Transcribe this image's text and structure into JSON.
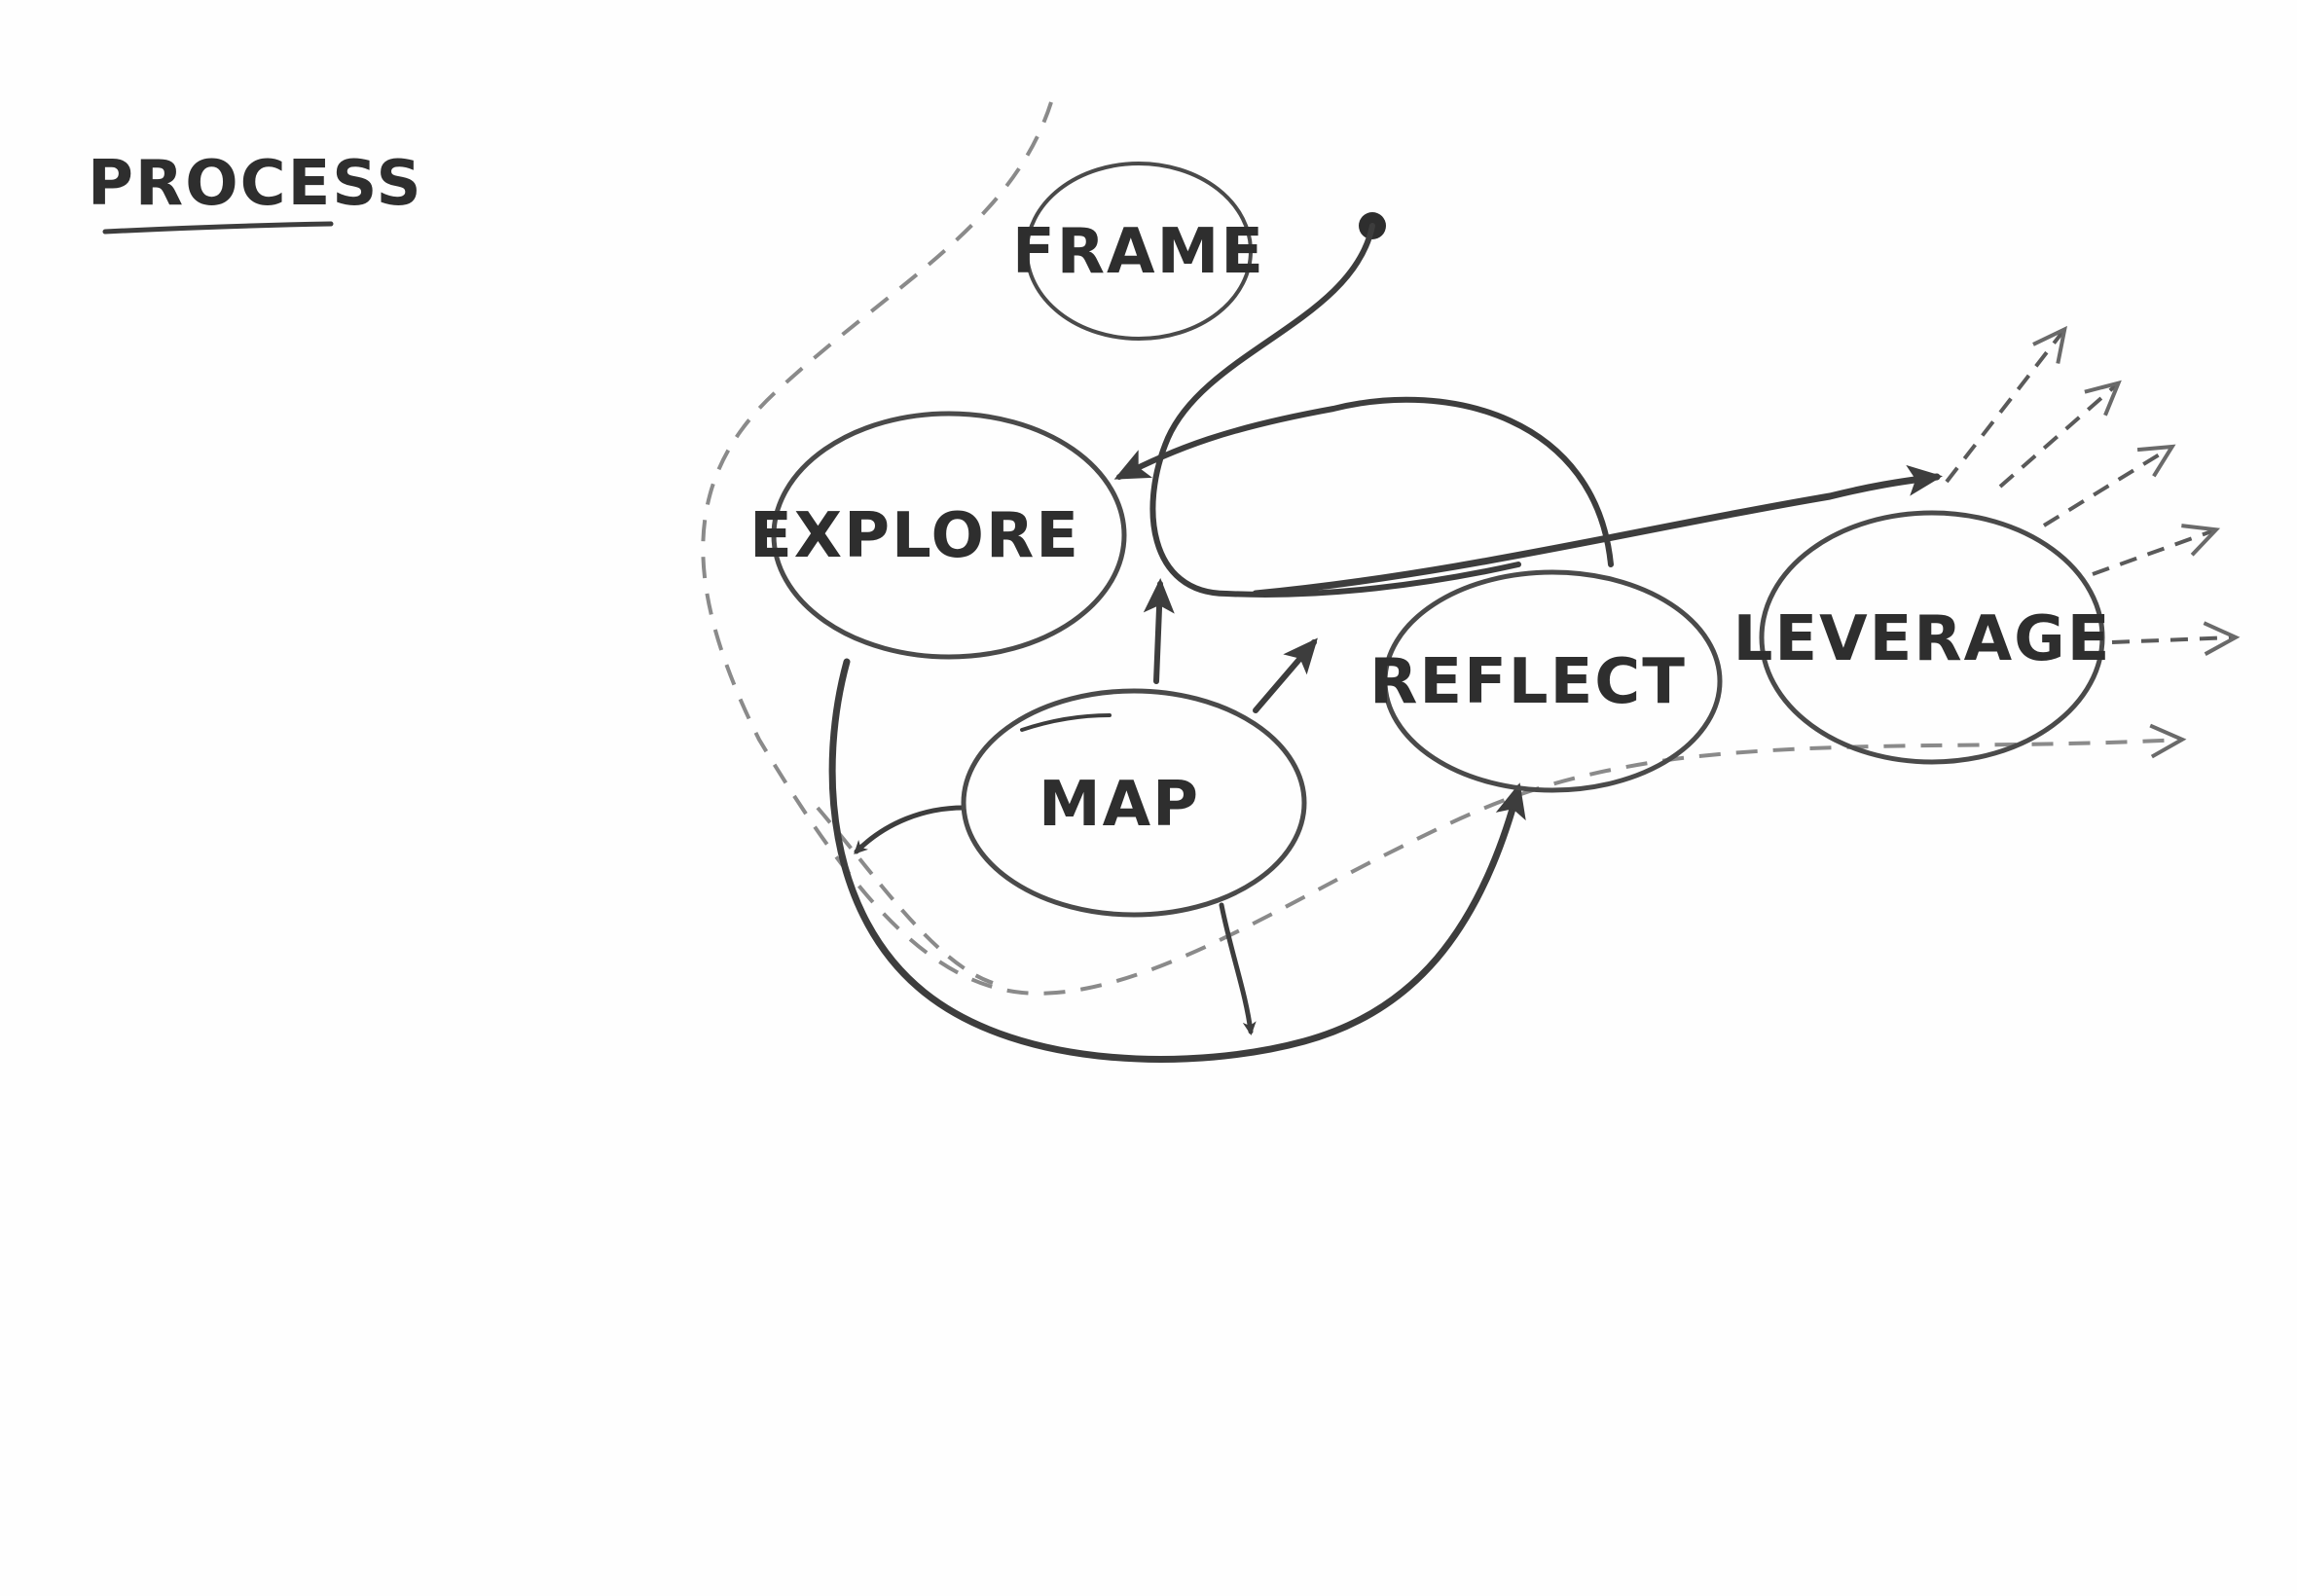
{
  "title": "PROCESS",
  "colors": {
    "stroke": "#3d3d3d",
    "dashed": "#8a8a8a",
    "text": "#2e2e2e",
    "background": "#fefefe"
  },
  "nodes": [
    {
      "id": "frame",
      "label": "FRAME"
    },
    {
      "id": "explore",
      "label": "EXPLORE"
    },
    {
      "id": "map",
      "label": "MAP"
    },
    {
      "id": "reflect",
      "label": "REFLECT"
    },
    {
      "id": "leverage",
      "label": "LEVERAGE"
    }
  ],
  "edges": [
    {
      "from": "frame",
      "to": "explore",
      "style": "solid"
    },
    {
      "from": "explore",
      "to": "leverage",
      "style": "solid"
    },
    {
      "from": "map",
      "to": "explore",
      "style": "solid"
    },
    {
      "from": "map",
      "to": "reflect",
      "style": "solid"
    },
    {
      "from": "explore",
      "to": "reflect",
      "style": "solid"
    },
    {
      "from": "leverage",
      "to": "outside",
      "style": "dashed"
    }
  ]
}
